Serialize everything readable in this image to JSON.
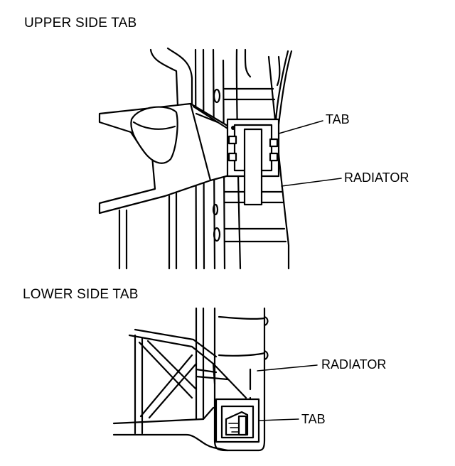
{
  "upper_section": {
    "title": "UPPER SIDE TAB",
    "labels": {
      "tab": "TAB",
      "radiator": "RADIATOR"
    }
  },
  "lower_section": {
    "title": "LOWER SIDE TAB",
    "labels": {
      "radiator": "RADIATOR",
      "tab": "TAB"
    }
  }
}
